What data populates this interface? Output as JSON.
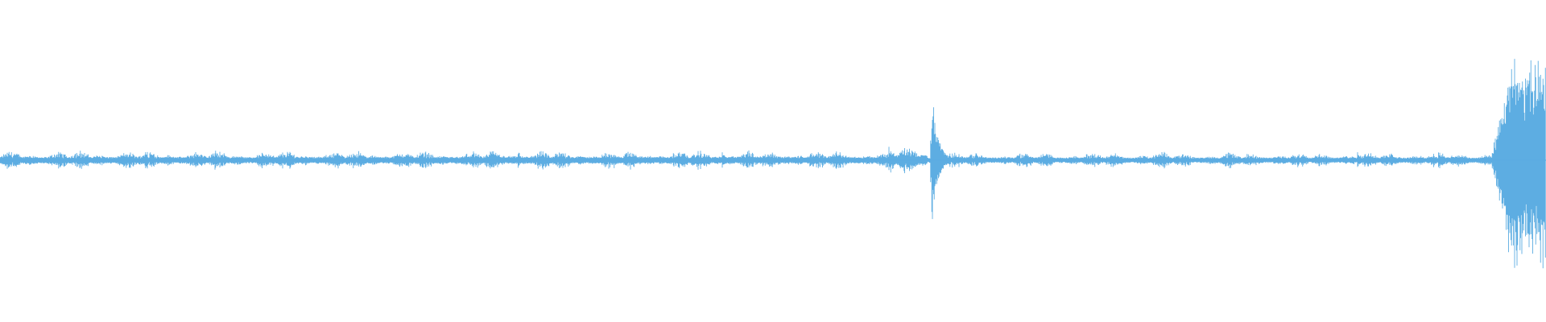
{
  "waveform": {
    "color": "#5dade2",
    "background": "#ffffff",
    "segments": [
      {
        "from": 0.0,
        "to": 0.575,
        "level": 0.06
      },
      {
        "from": 0.575,
        "to": 0.6,
        "level": 0.09
      },
      {
        "from": 0.6,
        "to": 0.965,
        "level": 0.05
      },
      {
        "from": 0.965,
        "to": 1.0,
        "level": 0.75
      }
    ],
    "events": [
      {
        "position": 0.6025,
        "level": 0.54,
        "decay": 0.004
      },
      {
        "position": 0.094,
        "level": 0.09,
        "decay": 0.002
      },
      {
        "position": 0.335,
        "level": 0.08,
        "decay": 0.002
      },
      {
        "position": 0.467,
        "level": 0.08,
        "decay": 0.002
      },
      {
        "position": 0.878,
        "level": 0.08,
        "decay": 0.002
      }
    ]
  }
}
